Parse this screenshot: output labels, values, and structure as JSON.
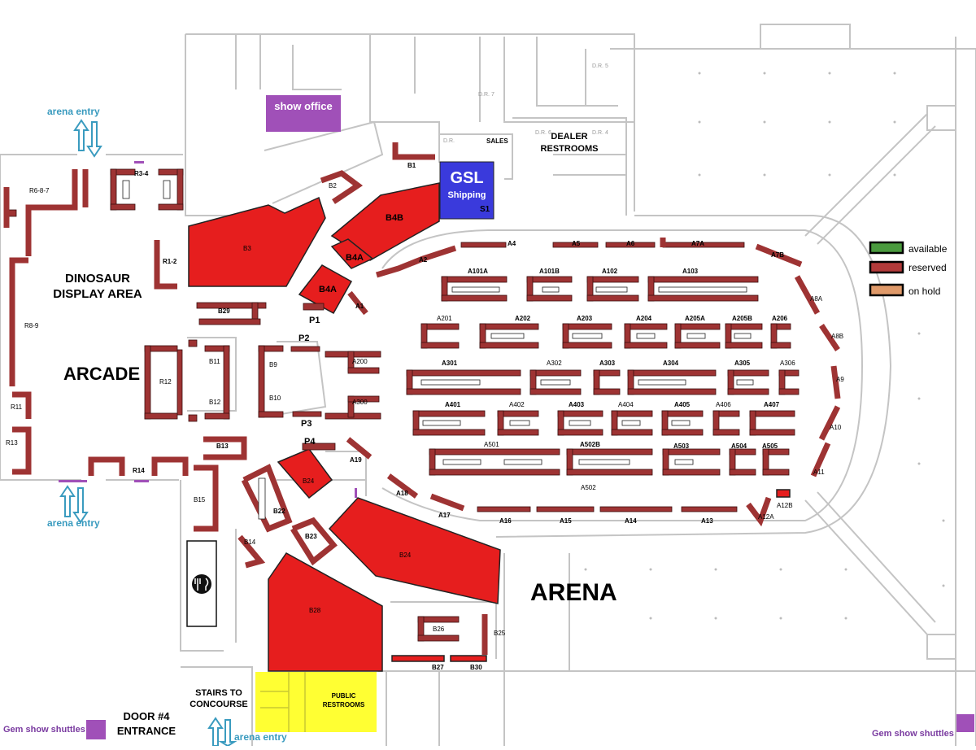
{
  "map": {
    "areas": {
      "show_office": "show office",
      "dinosaur_display": "DINOSAUR DISPLAY AREA",
      "arcade": "ARCADE",
      "arena": "ARENA",
      "dealer_restrooms": "DEALER RESTROOMS",
      "sales": "SALES",
      "public_restrooms": "PUBLIC RESTROOMS",
      "stairs": "STAIRS TO CONCOURSE",
      "door4": "DOOR #4 ENTRANCE",
      "gsl_title": "GSL",
      "gsl_sub": "Shipping",
      "gsl_booth": "S1"
    },
    "entries": [
      "arena entry",
      "arena entry",
      "arena entry"
    ],
    "shuttles": [
      "Gem show shuttles",
      "Gem show shuttles"
    ],
    "dr_labels": [
      "D.R. 5",
      "D.R. 7",
      "D.R. 6",
      "D.R. 4",
      "D.R."
    ],
    "legend": [
      {
        "label": "available",
        "color": "#4a9a3e"
      },
      {
        "label": "reserved",
        "color": "#b23a3a"
      },
      {
        "label": "on hold",
        "color": "#e09a6a"
      }
    ],
    "colors": {
      "reserved_booth": "#9e3333",
      "reserved_area": "#e61e1e",
      "show_office": "#a050b8",
      "gsl": "#3a3adc",
      "restrooms": "#ffff33",
      "walls": "#bdbdbd",
      "entry_arrow": "#3a9bbf"
    },
    "booths": {
      "row_a_outer": [
        "A2",
        "A4",
        "A5",
        "A6",
        "A7A",
        "A7B",
        "A8A",
        "A8B",
        "A9",
        "A10",
        "A11",
        "A12A",
        "A12B",
        "A13",
        "A14",
        "A15",
        "A16",
        "A17",
        "A18",
        "A19",
        "A1"
      ],
      "row_a1": [
        "A101A",
        "A101B",
        "A102",
        "A103"
      ],
      "row_a2": [
        "A201",
        "A202",
        "A203",
        "A204",
        "A205A",
        "A205B",
        "A206"
      ],
      "row_a3": [
        "A301",
        "A302",
        "A303",
        "A304",
        "A305",
        "A306"
      ],
      "row_a4": [
        "A401",
        "A402",
        "A403",
        "A404",
        "A405",
        "A406",
        "A407"
      ],
      "row_a5": [
        "A501",
        "A502B",
        "A503",
        "A504",
        "A505",
        "A502"
      ],
      "mid": [
        "A200",
        "A300",
        "B9",
        "B10",
        "P1",
        "P2",
        "P3",
        "P4"
      ],
      "west": [
        "R6-8-7",
        "R3-4",
        "R1-2",
        "R8-9",
        "R11",
        "R12",
        "R13",
        "R14",
        "B11",
        "B12",
        "B13",
        "B15",
        "B29",
        "B14",
        "B22",
        "B23"
      ],
      "north": [
        "B1",
        "B2",
        "B3",
        "B4A",
        "B4B",
        "B4A"
      ],
      "south": [
        "B24",
        "B24",
        "B28",
        "B26",
        "B25",
        "B27",
        "B30"
      ]
    }
  }
}
